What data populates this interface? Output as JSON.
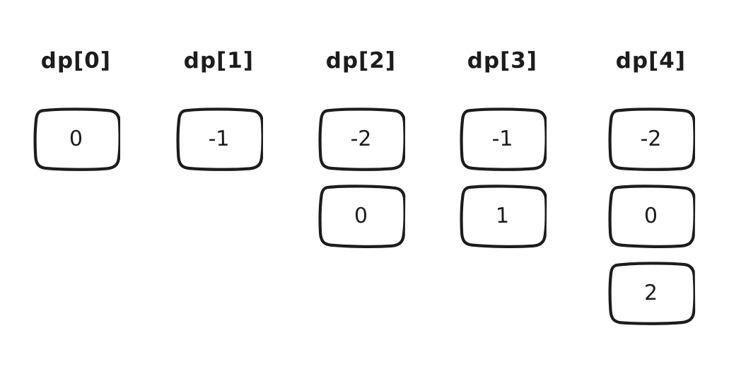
{
  "diagram": {
    "description": "Hand-drawn dynamic programming arrays diagram",
    "colors": {
      "stroke": "#1c1c1c",
      "background": "#ffffff"
    },
    "columns": [
      {
        "label": "dp[0]",
        "values": [
          "0"
        ]
      },
      {
        "label": "dp[1]",
        "values": [
          "-1"
        ]
      },
      {
        "label": "dp[2]",
        "values": [
          "-2",
          "0"
        ]
      },
      {
        "label": "dp[3]",
        "values": [
          "-1",
          "1"
        ]
      },
      {
        "label": "dp[4]",
        "values": [
          "-2",
          "0",
          "2"
        ]
      }
    ]
  }
}
